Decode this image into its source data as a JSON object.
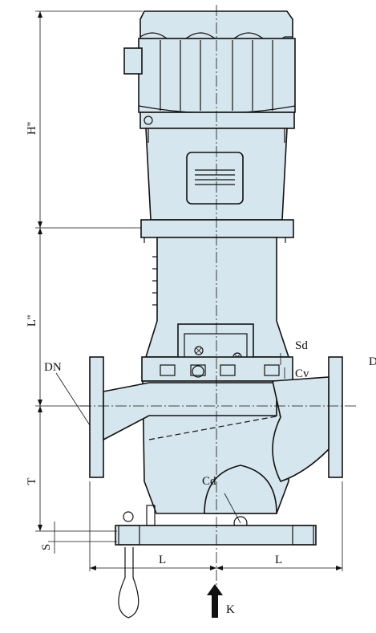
{
  "labels": {
    "h_motor": "H''",
    "l_body": "L''",
    "t_height": "T",
    "s_height": "S",
    "dn_left": "DN",
    "dn_right": "D",
    "sd": "Sd",
    "cv": "Cv",
    "cd": "Cd",
    "l_left": "L",
    "l_right": "L",
    "k_view": "K"
  },
  "colors": {
    "body": "#d6e6ee",
    "line": "#111111"
  }
}
